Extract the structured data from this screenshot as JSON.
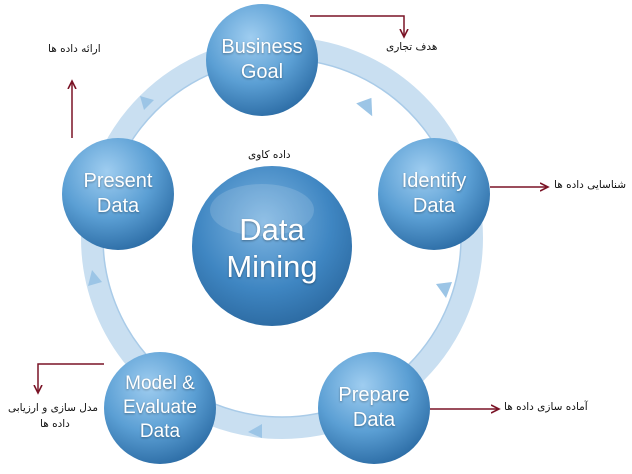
{
  "colors": {
    "ring": "#b9d5ec",
    "node_light": "#8fc1e8",
    "node_dark": "#2f6fa8",
    "arrow": "#7a1326"
  },
  "center": {
    "line1": "Data",
    "line2": "Mining",
    "persian_label": "داده کاوی"
  },
  "nodes": {
    "business_goal": {
      "line1": "Business",
      "line2": "Goal",
      "persian": "هدف تجاری"
    },
    "identify_data": {
      "line1": "Identify",
      "line2": "Data",
      "persian": "شناسایی داده ها"
    },
    "prepare_data": {
      "line1": "Prepare",
      "line2": "Data",
      "persian": "آماده سازی داده ها"
    },
    "model_evaluate": {
      "line1": "Model &",
      "line2": "Evaluate",
      "line3": "Data",
      "persian_line1": "مدل سازی و ارزیابی",
      "persian_line2": "داده ها"
    },
    "present_data": {
      "line1": "Present",
      "line2": "Data",
      "persian": "ارائه داده ها"
    }
  }
}
